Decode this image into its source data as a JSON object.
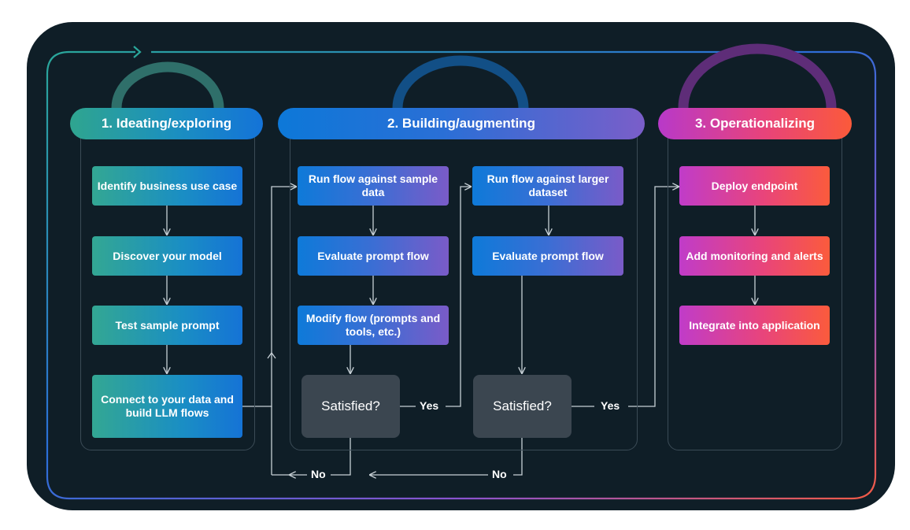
{
  "stages": [
    {
      "title": "1. Ideating/exploring",
      "color_start": "#2fa58f",
      "color_end": "#1473d8"
    },
    {
      "title": "2. Building/augmenting",
      "color_start": "#0d78d8",
      "color_end": "#7a5ec9"
    },
    {
      "title": "3. Operationalizing",
      "color_start": "#b839c9",
      "color_end": "#fb5a3a"
    }
  ],
  "ideating_steps": [
    "Identify business use case",
    "Discover your model",
    "Test sample prompt",
    "Connect to your data and build LLM flows"
  ],
  "building_sample": [
    "Run flow against sample data",
    "Evaluate prompt flow",
    "Modify flow (prompts and tools, etc.)"
  ],
  "building_large": [
    "Run flow against larger dataset",
    "Evaluate prompt flow"
  ],
  "decision": "Satisfied?",
  "yes_label": "Yes",
  "no_label": "No",
  "operational_steps": [
    "Deploy endpoint",
    "Add monitoring and alerts",
    "Integrate into application"
  ],
  "colors": {
    "background": "#0f1e27",
    "decision": "#3b4650",
    "connector": "#c7d0d6"
  }
}
